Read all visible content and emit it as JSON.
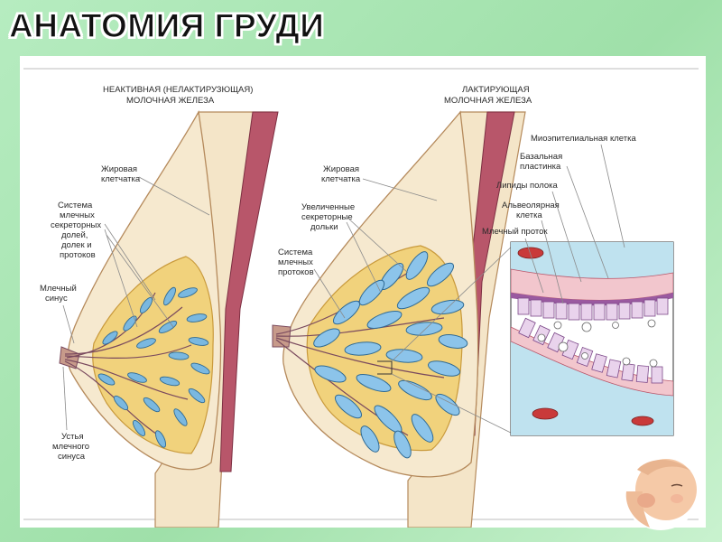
{
  "title": "АНАТОМИЯ ГРУДИ",
  "left_heading": [
    "НЕАКТИВНАЯ (НЕЛАКТИРУЗЮЩАЯ)",
    "МОЛОЧНАЯ ЖЕЛЕЗА"
  ],
  "right_heading": [
    "ЛАКТИРУЮЩАЯ",
    "МОЛОЧНАЯ ЖЕЛЕЗА"
  ],
  "left_labels": {
    "fat": [
      "Жировая",
      "клетчатка"
    ],
    "system": [
      "Система",
      "млечных",
      "секреторных",
      "долей,",
      "долек и",
      "протоков"
    ],
    "sinus": [
      "Млечный",
      "синус"
    ],
    "orifices": [
      "Устья",
      "млечного",
      "синуса"
    ]
  },
  "right_labels": {
    "fat": [
      "Жировая",
      "клетчатка"
    ],
    "enlarged": [
      "Увеличенные",
      "секреторные",
      "дольки"
    ],
    "ducts": [
      "Система",
      "млечных",
      "протоков"
    ]
  },
  "inset_labels": {
    "myoepithelial": "Миоэпителиальная клетка",
    "basal": [
      "Базальная",
      "пластинка"
    ],
    "lipids": "Липиды полока",
    "alveolar": [
      "Альвеолярная",
      "клетка"
    ],
    "duct": "Млечный проток"
  },
  "colors": {
    "skin": "#f4e5c8",
    "tissue": "#f1d27c",
    "lobule": "#7ab8e0",
    "muscle": "#b8566a",
    "background": "#a8e4b2"
  },
  "icons": [
    "baby-photo"
  ]
}
